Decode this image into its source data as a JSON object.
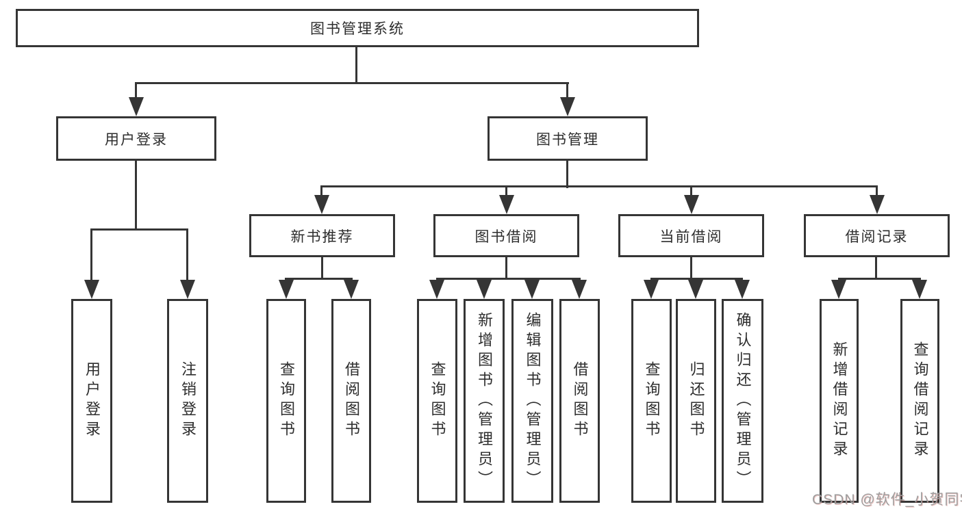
{
  "diagram": {
    "title": "图书管理系统",
    "colors": {
      "line": "#353535",
      "box_border": "#353535",
      "text": "#2d2d2d",
      "background": "#ffffff",
      "watermark_gray": "#9e9e9e"
    },
    "tree": {
      "label": "图书管理系统",
      "children": [
        {
          "label": "用户登录",
          "children": [
            {
              "label": "用户登录"
            },
            {
              "label": "注销登录"
            }
          ]
        },
        {
          "label": "图书管理",
          "children": [
            {
              "label": "新书推荐",
              "children": [
                {
                  "label": "查询图书"
                },
                {
                  "label": "借阅图书"
                }
              ]
            },
            {
              "label": "图书借阅",
              "children": [
                {
                  "label": "查询图书"
                },
                {
                  "label": "新增图书（管理员）"
                },
                {
                  "label": "编辑图书（管理员）"
                },
                {
                  "label": "借阅图书"
                }
              ]
            },
            {
              "label": "当前借阅",
              "children": [
                {
                  "label": "查询图书"
                },
                {
                  "label": "归还图书"
                },
                {
                  "label": "确认归还（管理员）"
                }
              ]
            },
            {
              "label": "借阅记录",
              "children": [
                {
                  "label": "新增借阅记录"
                },
                {
                  "label": "查询借阅记录"
                }
              ]
            }
          ]
        }
      ]
    },
    "watermark": "CSDN @软件_小贺同学"
  }
}
